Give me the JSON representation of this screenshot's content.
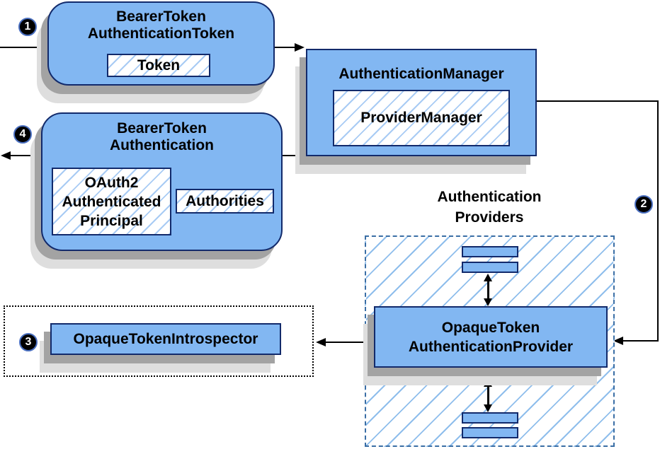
{
  "steps": {
    "s1": "1",
    "s2": "2",
    "s3": "3",
    "s4": "4"
  },
  "nodes": {
    "bearerTokenAuthenticationToken": {
      "titleLine1": "BearerToken",
      "titleLine2": "AuthenticationToken",
      "token": "Token"
    },
    "authenticationManager": {
      "title": "AuthenticationManager",
      "providerManager": "ProviderManager"
    },
    "bearerTokenAuthentication": {
      "titleLine1": "BearerToken",
      "titleLine2": "Authentication",
      "principalLine1": "OAuth2",
      "principalLine2": "Authenticated",
      "principalLine3": "Principal",
      "authorities": "Authorities"
    },
    "opaqueTokenIntrospector": {
      "title": "OpaqueTokenIntrospector"
    },
    "authenticationProviders": {
      "labelLine1": "Authentication",
      "labelLine2": "Providers",
      "providerLine1": "OpaqueToken",
      "providerLine2": "AuthenticationProvider"
    }
  },
  "colors": {
    "nodeFill": "#82B7F2",
    "nodeBorder": "#122A6B",
    "chipHatchLine": "#A8CBF4",
    "providersHatchLine": "#8FBEEC",
    "providersDashBorder": "#3A6EA5",
    "dottedBorder": "#000000",
    "shadowDark": "#A3A3A3",
    "shadowLight": "#DEDEDE",
    "arrow": "#000000",
    "stepBackground": "#000000",
    "stepText": "#FFFFFF"
  }
}
